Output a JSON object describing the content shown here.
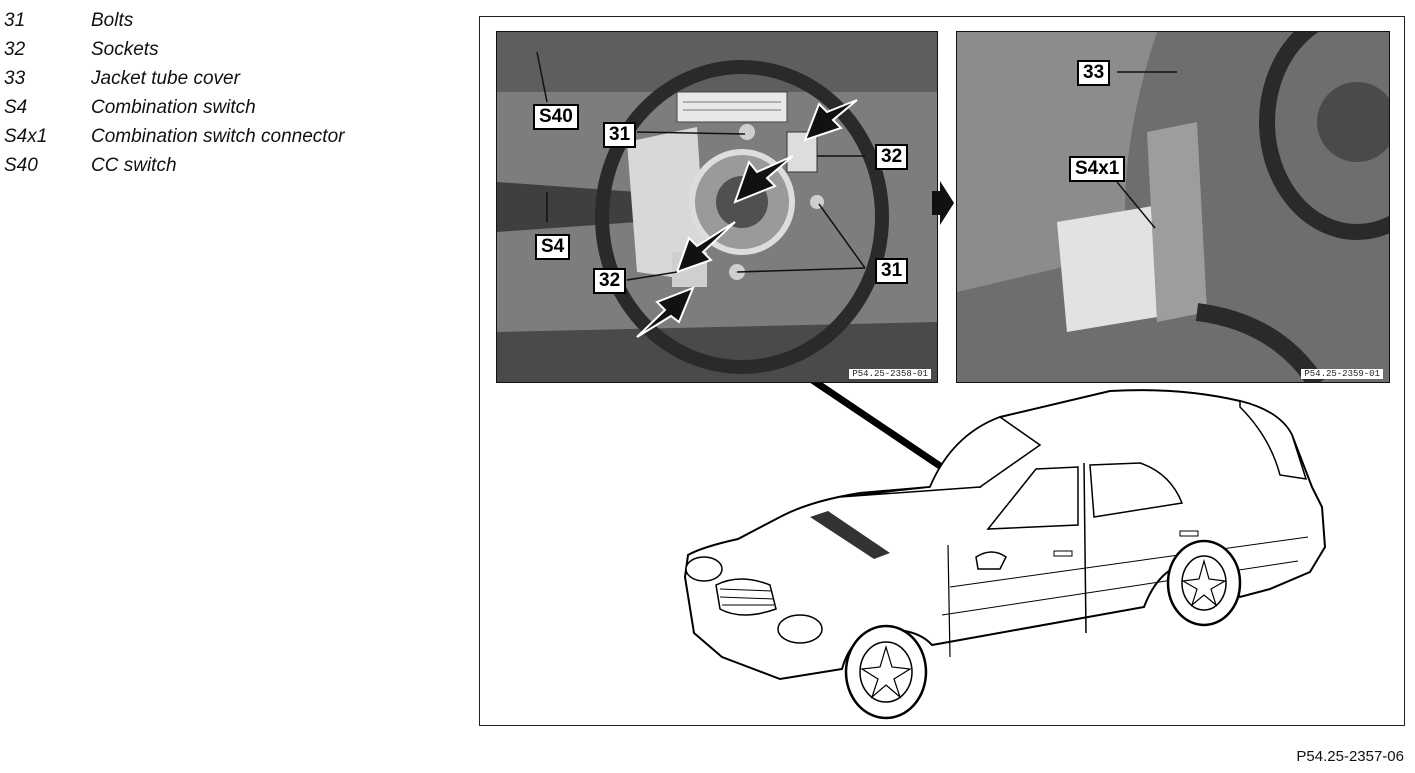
{
  "legend": [
    {
      "code": "31",
      "label": "Bolts"
    },
    {
      "code": "32",
      "label": "Sockets"
    },
    {
      "code": "33",
      "label": "Jacket tube cover"
    },
    {
      "code": "S4",
      "label": "Combination switch"
    },
    {
      "code": "S4x1",
      "label": "Combination switch connector"
    },
    {
      "code": "S40",
      "label": "CC switch"
    }
  ],
  "left_photo": {
    "callouts": {
      "s40": "S40",
      "s4": "S4",
      "bolt_top": "31",
      "bolt_right": "31",
      "socket_top": "32",
      "socket_bottom": "32"
    },
    "ref": "P54.25-2358-01"
  },
  "right_photo": {
    "callouts": {
      "cover": "33",
      "connector": "S4x1"
    },
    "ref": "P54.25-2359-01"
  },
  "figure_id": "P54.25-2357-06"
}
